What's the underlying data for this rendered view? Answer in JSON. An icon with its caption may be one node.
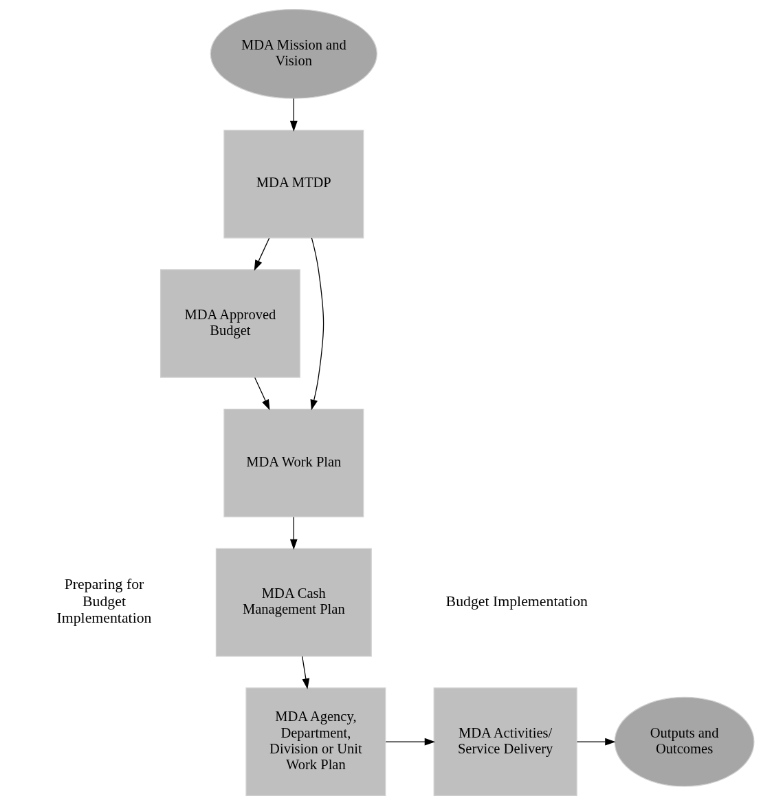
{
  "diagram": {
    "nodes": [
      {
        "text": [
          "MDA Mission and Vision"
        ]
      },
      {
        "text": [
          "MDA MTDP"
        ]
      },
      {
        "text": [
          "MDA Approved Budget"
        ]
      },
      {
        "text": [
          "MDA Work Plan"
        ]
      },
      {
        "text": [
          "MDA Cash Management Plan"
        ]
      },
      {
        "text": [
          "MDA Agency, Department, Division or Unit Work Plan"
        ]
      },
      {
        "text": [
          "MDA Activities/ Service Delivery"
        ]
      },
      {
        "text": [
          "Outputs and Outcomes"
        ]
      }
    ],
    "edges": [
      {
        "from": 0,
        "to": 1,
        "arrow": "to"
      },
      {
        "from": 1,
        "to": 2,
        "arrow": "to"
      },
      {
        "from": 1,
        "to": 3,
        "arrow": "to"
      },
      {
        "from": 2,
        "to": 3,
        "arrow": "to"
      },
      {
        "from": 3,
        "to": 4,
        "arrow": "to"
      },
      {
        "from": 4,
        "to": 5,
        "arrow": "to"
      },
      {
        "from": 5,
        "to": 6,
        "arrow": "to"
      },
      {
        "from": 6,
        "to": 7,
        "arrow": "to"
      }
    ],
    "labels": [
      "Preparing for Budget Implementation",
      "Budget Implementation"
    ]
  }
}
